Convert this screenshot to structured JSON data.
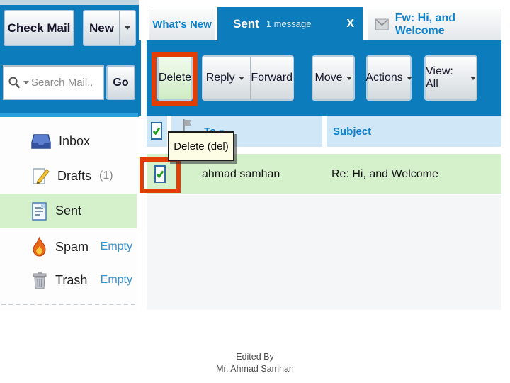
{
  "colors": {
    "accent_blue": "#0d7cbc",
    "bright_blue_line": "#27a0dc",
    "link_blue": "#1080c8",
    "selected_green": "#d5f1cc",
    "header_row_blue": "#cfe7f6",
    "annotation_red": "#e23d05",
    "tooltip_bg": "#fdfce4",
    "delete_button_green": "#cfecc4"
  },
  "left_panel": {
    "check_mail_label": "Check Mail",
    "new_label": "New",
    "search_placeholder": "Search Mail...",
    "go_label": "Go",
    "folders": [
      {
        "label": "Inbox"
      },
      {
        "label": "Drafts",
        "badge": "(1)"
      },
      {
        "label": "Sent",
        "selected": true
      },
      {
        "label": "Spam",
        "action": "Empty"
      },
      {
        "label": "Trash",
        "action": "Empty"
      }
    ]
  },
  "tabs": {
    "whats_new": "What's New",
    "sent": {
      "label": "Sent",
      "badge": "1 message",
      "close": "X"
    },
    "message_tab": "Fw: Hi, and Welcome"
  },
  "toolbar": {
    "delete_label": "Delete",
    "reply_label": "Reply",
    "forward_label": "Forward",
    "move_label": "Move",
    "actions_label": "Actions",
    "view_label": "View: All"
  },
  "message_list": {
    "columns": {
      "to": "To",
      "subject": "Subject"
    },
    "rows": [
      {
        "to": "ahmad samhan",
        "subject": "Re: Hi, and Welcome"
      }
    ]
  },
  "tooltip": {
    "text": "Delete (del)"
  },
  "credit": {
    "line1": "Edited By",
    "line2": "Mr. Ahmad Samhan"
  }
}
